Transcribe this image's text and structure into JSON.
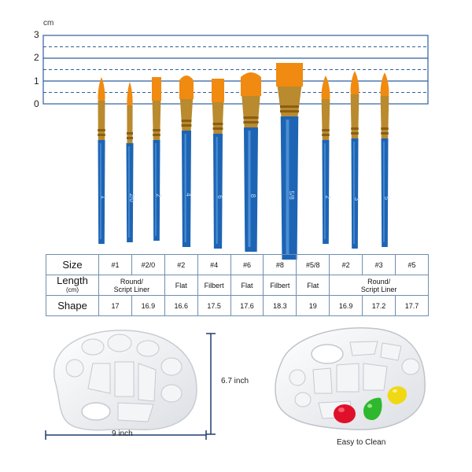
{
  "ruler": {
    "unit": "cm",
    "ticks": [
      "3",
      "2",
      "1",
      "0"
    ]
  },
  "brushes": [
    {
      "number": "1",
      "head": "round"
    },
    {
      "number": "2/0",
      "head": "round"
    },
    {
      "number": "2",
      "head": "flat"
    },
    {
      "number": "4",
      "head": "filbert"
    },
    {
      "number": "6",
      "head": "flat"
    },
    {
      "number": "8",
      "head": "filbert"
    },
    {
      "number": "5/8",
      "head": "flat"
    },
    {
      "number": "2",
      "head": "round"
    },
    {
      "number": "3",
      "head": "round"
    },
    {
      "number": "5",
      "head": "round"
    }
  ],
  "table": {
    "row_headers": {
      "size": "Size",
      "length": "Length",
      "length_unit": "(cm)",
      "shape": "Shape"
    },
    "sizes": [
      "#1",
      "#2/0",
      "#2",
      "#4",
      "#6",
      "#8",
      "#5/8",
      "#2",
      "#3",
      "#5"
    ],
    "shapes": {
      "round_liner_1": "Round/",
      "round_liner_2": "Script Liner",
      "flat_a": "Flat",
      "filbert_a": "Filbert",
      "flat_b": "Flat",
      "filbert_b": "Filbert",
      "flat_c": "Flat",
      "round_liner_3": "Round/",
      "round_liner_4": "Script Liner"
    },
    "lengths": [
      "17",
      "16.9",
      "16.6",
      "17.5",
      "17.6",
      "18.3",
      "19",
      "16.9",
      "17.2",
      "17.7"
    ]
  },
  "palette": {
    "width_label": "9 inch",
    "height_label": "6.7 inch",
    "caption": "Easy to Clean"
  },
  "colors": {
    "accent": "#2f5fa0",
    "handle": "#1e64b4",
    "bristle": "#f08a10",
    "ferrule": "#b98a2e",
    "paint_red": "#e0102a",
    "paint_green": "#2eb82e",
    "paint_yellow": "#f0d814"
  }
}
